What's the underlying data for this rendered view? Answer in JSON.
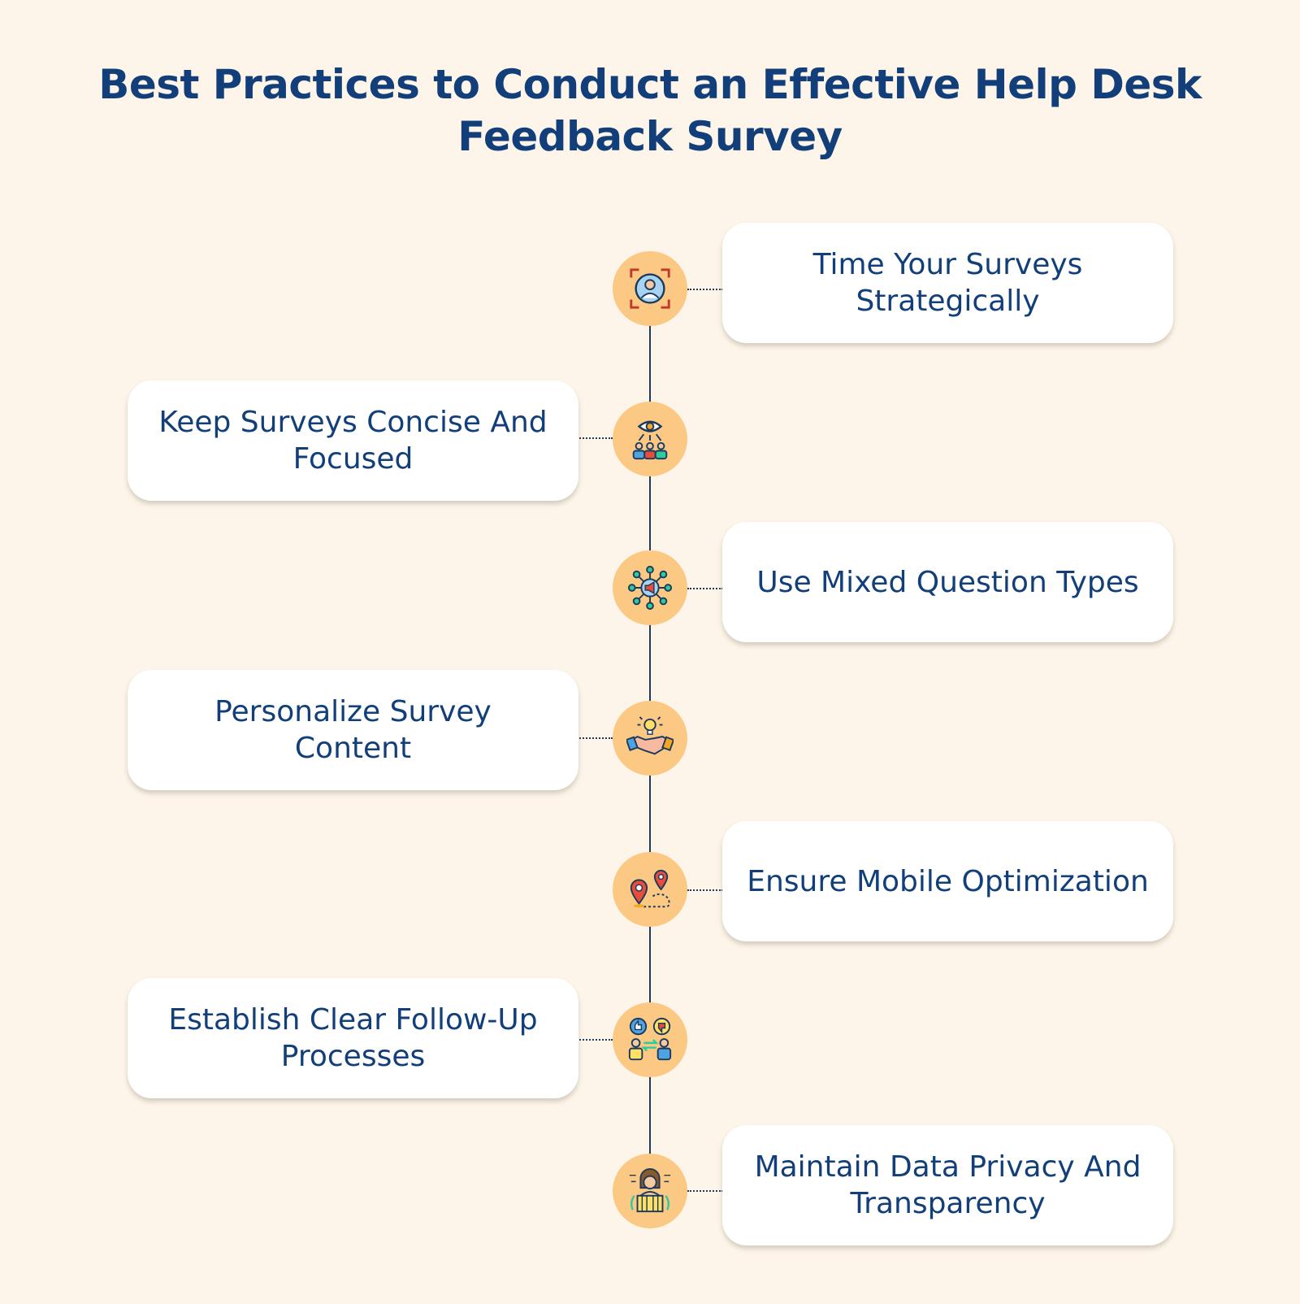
{
  "title": "Best Practices to Conduct an Effective Help Desk Feedback Survey",
  "colors": {
    "background": "#fdf5e9",
    "title": "#123f7a",
    "node": "#fcc985",
    "line": "#1c3a5c",
    "card": "#ffffff"
  },
  "steps": [
    {
      "label": "Time Your Surveys Strategically",
      "icon": "target-person-icon"
    },
    {
      "label": "Keep Surveys Concise And Focused",
      "icon": "eye-group-icon"
    },
    {
      "label": "Use Mixed Question Types",
      "icon": "megaphone-network-icon"
    },
    {
      "label": "Personalize Survey Content",
      "icon": "handshake-idea-icon"
    },
    {
      "label": "Ensure Mobile Optimization",
      "icon": "location-route-icon"
    },
    {
      "label": "Establish Clear Follow-Up Processes",
      "icon": "feedback-exchange-icon"
    },
    {
      "label": "Maintain Data Privacy And Transparency",
      "icon": "person-podium-icon"
    }
  ]
}
